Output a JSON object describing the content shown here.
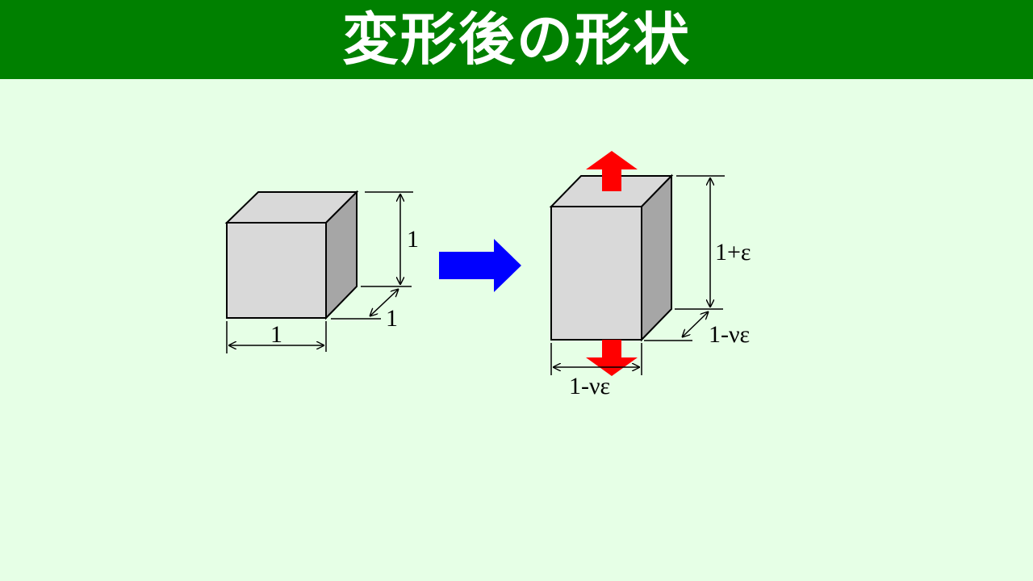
{
  "header": {
    "title": "変形後の形状"
  },
  "colors": {
    "header_bg": "#008000",
    "background": "#e6ffe6",
    "cube_front": "#d9d9d9",
    "cube_top": "#d9d9d9",
    "cube_side": "#a6a6a6",
    "transform_arrow": "#0000ff",
    "force_arrow": "#ff0000"
  },
  "original_cube": {
    "height_label": "1",
    "depth_label": "1",
    "width_label": "1"
  },
  "deformed_cube": {
    "height_label": "1+ε",
    "depth_label": "1-νε",
    "width_label": "1-νε"
  },
  "icons": {
    "transform": "arrow-right-icon",
    "tension_up": "arrow-up-icon",
    "tension_down": "arrow-down-icon"
  }
}
